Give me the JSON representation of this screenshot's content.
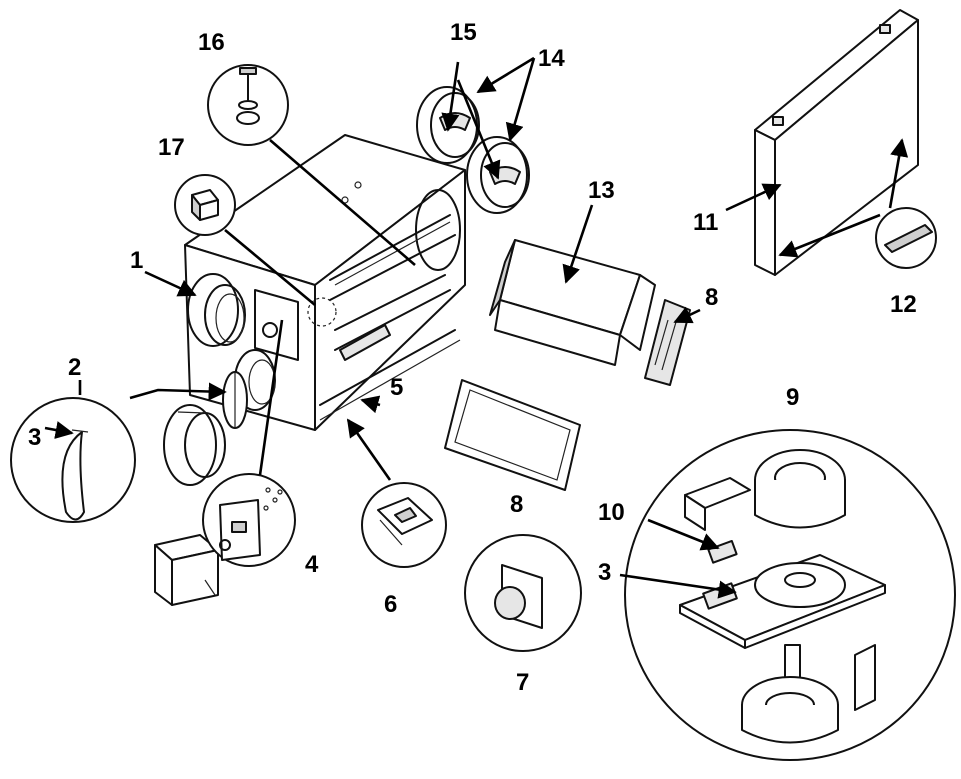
{
  "callouts": {
    "c1": "1",
    "c2": "2",
    "c3a": "3",
    "c3b": "3",
    "c4": "4",
    "c5": "5",
    "c6": "6",
    "c7": "7",
    "c8a": "8",
    "c8b": "8",
    "c9": "9",
    "c10": "10",
    "c11": "11",
    "c12": "12",
    "c13": "13",
    "c14": "14",
    "c15": "15",
    "c16": "16",
    "c17": "17"
  },
  "colors": {
    "line": "#111111",
    "background": "#ffffff",
    "shade": "#e6e6e6"
  }
}
